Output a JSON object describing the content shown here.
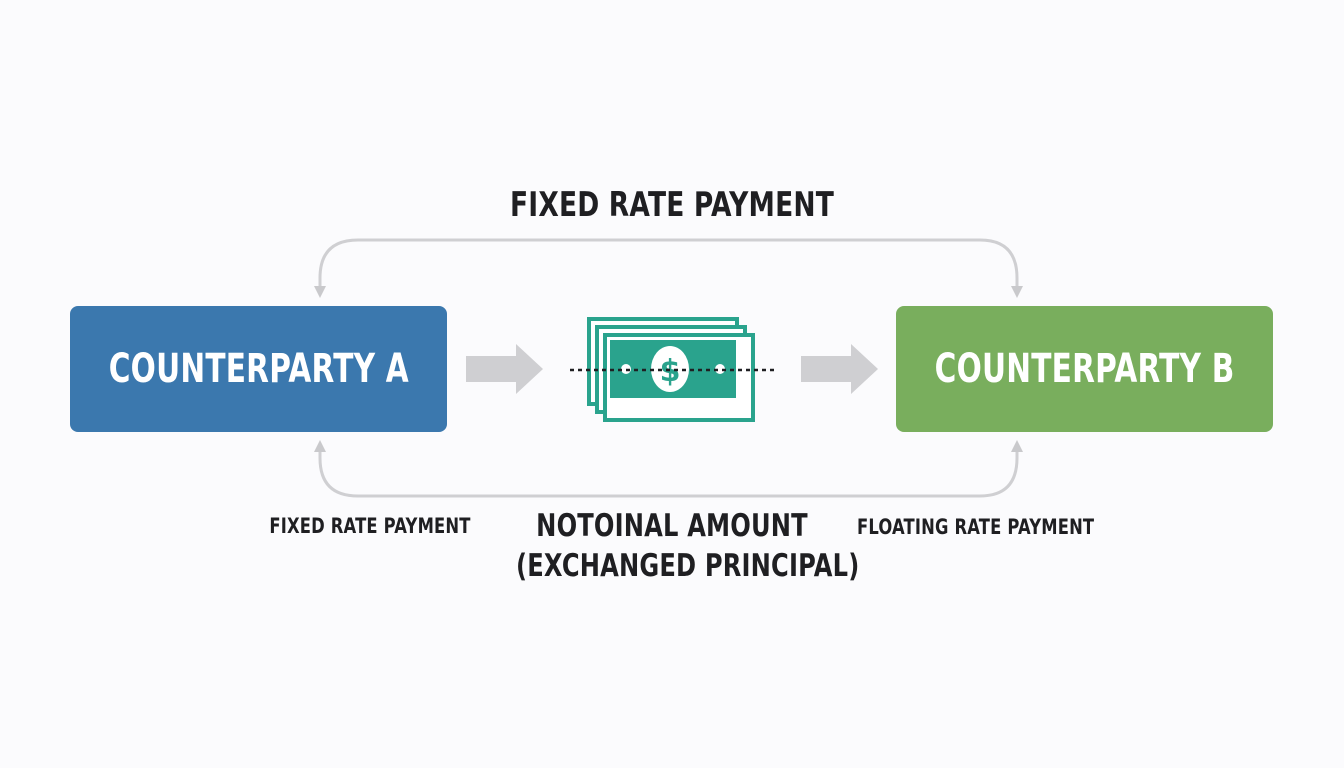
{
  "diagram": {
    "top_label": "FIXED RATE PAYMENT",
    "counterparty_a": {
      "label": "COUNTERPARTY A",
      "color": "#3b78ae"
    },
    "counterparty_b": {
      "label": "COUNTERPARTY B",
      "color": "#79ae5d"
    },
    "bottom_left_label": "FIXED RATE PAYMENT",
    "bottom_right_label": "FLOATING RATE PAYMENT",
    "center_label_line1": "NOTOINAL AMOUNT",
    "center_label_line2": "(EXCHANGED PRINCIPAL)",
    "center_icon": "money-stack-icon",
    "money_color": "#2aa38d",
    "arrow_color": "#cfcfd2",
    "flow_line_color": "#c9c9cc"
  }
}
